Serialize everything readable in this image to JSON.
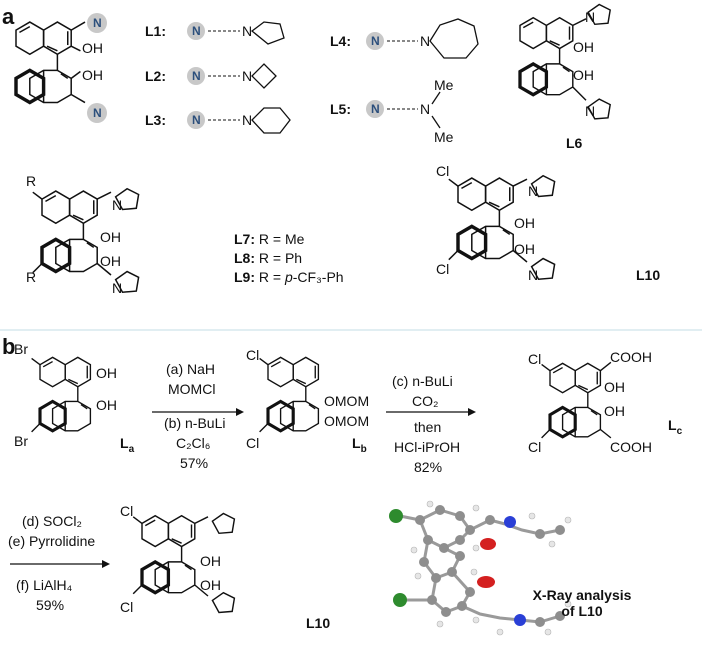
{
  "panel_a": {
    "label": "a",
    "n_token": "N",
    "oh": "OH",
    "ligands_top": [
      {
        "id": "L1:",
        "ring": "pyrrolidine"
      },
      {
        "id": "L2:",
        "ring": "azetidine"
      },
      {
        "id": "L3:",
        "ring": "piperidine"
      },
      {
        "id": "L4:",
        "ring": "azepane"
      },
      {
        "id": "L5:",
        "ring": "dimethylamine"
      }
    ],
    "me": "Me",
    "l6": "L6",
    "r": "R",
    "r_series": [
      {
        "id": "L7:",
        "text": " R = Me"
      },
      {
        "id": "L8:",
        "text": " R = Ph"
      },
      {
        "id": "L9:",
        "text": " R = ",
        "ital": "p",
        "rest": "-CF₃-Ph"
      }
    ],
    "cl": "Cl",
    "l10": "L10"
  },
  "panel_b": {
    "label": "b",
    "br": "Br",
    "cl": "Cl",
    "la": "L",
    "la_sub": "a",
    "lb": "L",
    "lb_sub": "b",
    "lc": "L",
    "lc_sub": "c",
    "omom": "OMOM",
    "cooh": "COOH",
    "oh": "OH",
    "step1": [
      "(a) NaH",
      "MOMCl",
      "(b) n-BuLi",
      "C₂Cl₆",
      "57%"
    ],
    "step2": [
      "(c) n-BuLi",
      "CO₂",
      "then",
      "HCl-iPrOH",
      "82%"
    ],
    "step3": [
      "(d) SOCl₂",
      "(e) Pyrrolidine",
      "(f) LiAlH₄",
      "59%"
    ],
    "l10": "L10",
    "xray_caption": [
      "X-Ray analysis",
      "of L10"
    ]
  },
  "colors": {
    "n_ball": "#c8c8c8",
    "n_label": "#2c4f7c",
    "cl_atom": "#2e8b2e",
    "o_atom": "#d42020",
    "n_atom": "#2a3fd6"
  }
}
